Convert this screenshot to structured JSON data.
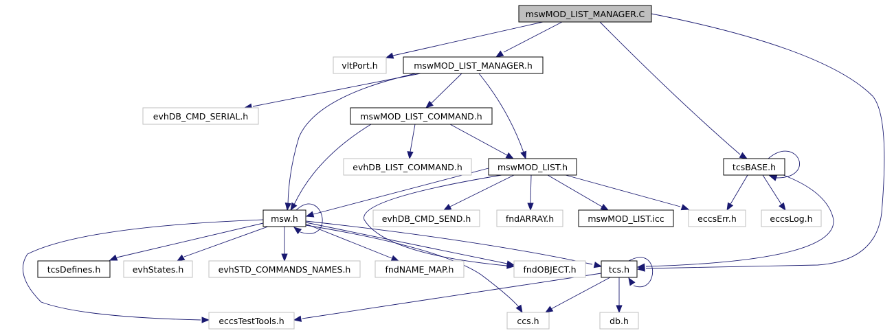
{
  "colors": {
    "edge": "#191970",
    "root_fill": "#bfbfbf",
    "documented_border": "#000000",
    "undocumented_border": "#bfbfbf",
    "node_fill": "#ffffff"
  },
  "nodes": {
    "root": "mswMOD_LIST_MANAGER.C",
    "vltPort": "vltPort.h",
    "listManagerH": "mswMOD_LIST_MANAGER.h",
    "cmdSerial": "evhDB_CMD_SERIAL.h",
    "listCommandH": "mswMOD_LIST_COMMAND.h",
    "dbListCommand": "evhDB_LIST_COMMAND.h",
    "modListH": "mswMOD_LIST.h",
    "tcsBase": "tcsBASE.h",
    "msw": "msw.h",
    "cmdSend": "evhDB_CMD_SEND.h",
    "fndArray": "fndARRAY.h",
    "modListIcc": "mswMOD_LIST.icc",
    "eccsErr": "eccsErr.h",
    "eccsLog": "eccsLog.h",
    "tcsDefines": "tcsDefines.h",
    "evhStates": "evhStates.h",
    "stdCommands": "evhSTD_COMMANDS_NAMES.h",
    "fndNameMap": "fndNAME_MAP.h",
    "fndObject": "fndOBJECT.h",
    "tcs": "tcs.h",
    "eccsTestTools": "eccsTestTools.h",
    "ccs": "ccs.h",
    "db": "db.h"
  }
}
